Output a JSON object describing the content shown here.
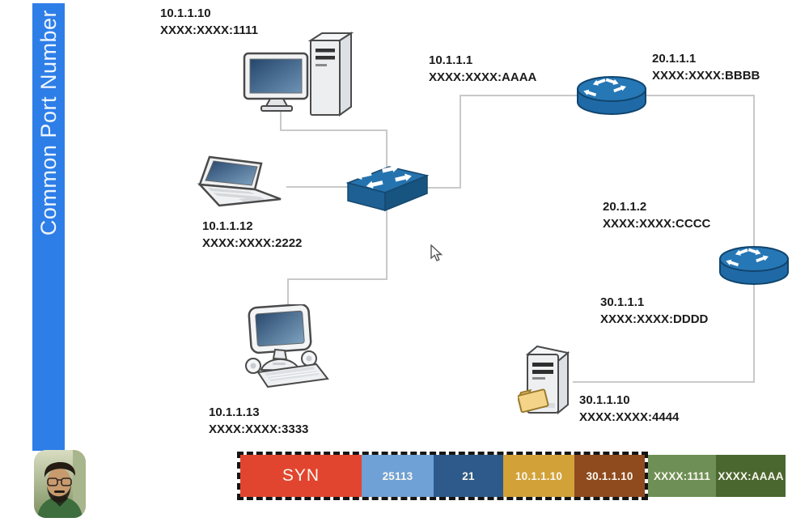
{
  "sidebar": {
    "title": "Common Port Number",
    "color": "#2e7ee8"
  },
  "nodes": {
    "pc": {
      "ip": "10.1.1.10",
      "ipv6": "XXXX:XXXX:1111"
    },
    "laptop": {
      "ip": "10.1.1.12",
      "ipv6": "XXXX:XXXX:2222"
    },
    "imac": {
      "ip": "10.1.1.13",
      "ipv6": "XXXX:XXXX:3333"
    },
    "r1_lan": {
      "ip": "10.1.1.1",
      "ipv6": "XXXX:XXXX:AAAA"
    },
    "r1_wan": {
      "ip": "20.1.1.1",
      "ipv6": "XXXX:XXXX:BBBB"
    },
    "r2_wan": {
      "ip": "20.1.1.2",
      "ipv6": "XXXX:XXXX:CCCC"
    },
    "r2_lan": {
      "ip": "30.1.1.1",
      "ipv6": "XXXX:XXXX:DDDD"
    },
    "server": {
      "ip": "30.1.1.10",
      "ipv6": "XXXX:XXXX:4444"
    }
  },
  "packet": {
    "segments": [
      {
        "label": "SYN",
        "color": "#e2452f"
      },
      {
        "label": "25113",
        "color": "#6fa0d6"
      },
      {
        "label": "21",
        "color": "#2d5a8a"
      },
      {
        "label": "10.1.1.10",
        "color": "#d2a238"
      },
      {
        "label": "30.1.1.10",
        "color": "#8f4a1d"
      },
      {
        "label": "XXXX:1111",
        "color": "#6e8f55"
      },
      {
        "label": "XXXX:AAAA",
        "color": "#4a672f"
      }
    ]
  },
  "colors": {
    "device_blue": "#2573ae",
    "link_gray": "#c9c9c9"
  }
}
